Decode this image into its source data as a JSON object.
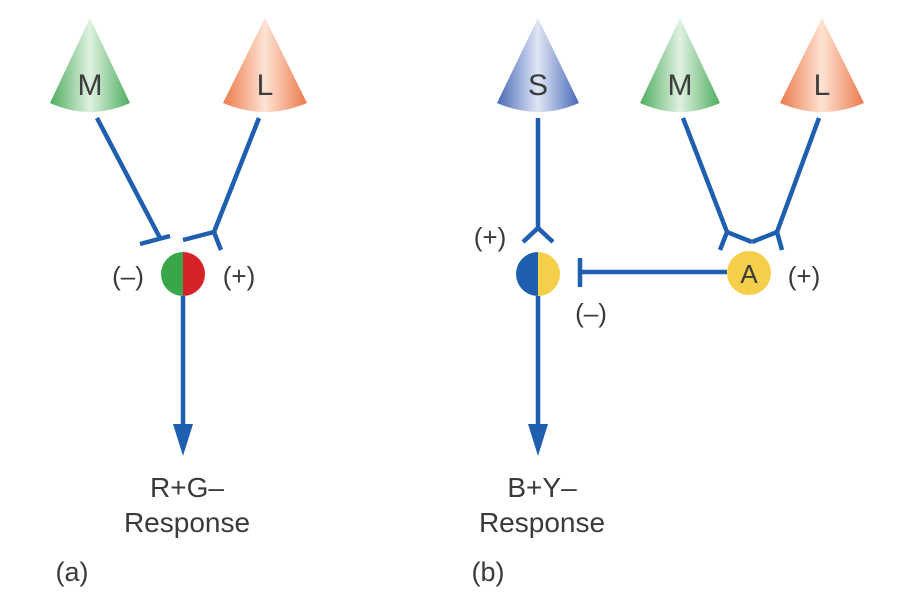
{
  "panel_a": {
    "cones": {
      "m": "M",
      "l": "L"
    },
    "sign_left": "(–)",
    "sign_right": "(+)",
    "response_line1": "R+G–",
    "response_line2": "Response",
    "panel_label": "(a)"
  },
  "panel_b": {
    "cones": {
      "s": "S",
      "m": "M",
      "l": "L"
    },
    "sign_s_input": "(+)",
    "sign_inhibit": "(–)",
    "sign_a_right": "(+)",
    "amacrine_label": "A",
    "response_line1": "B+Y–",
    "response_line2": "Response",
    "panel_label": "(b)"
  },
  "colors": {
    "wire": "#1f5fb0",
    "m_cone": "#6cc07a",
    "l_cone": "#f0926a",
    "s_cone": "#6a86c6",
    "green": "#3aa64a",
    "red": "#d8222a",
    "blue": "#1f5fb0",
    "yellow": "#f6cf4a"
  }
}
